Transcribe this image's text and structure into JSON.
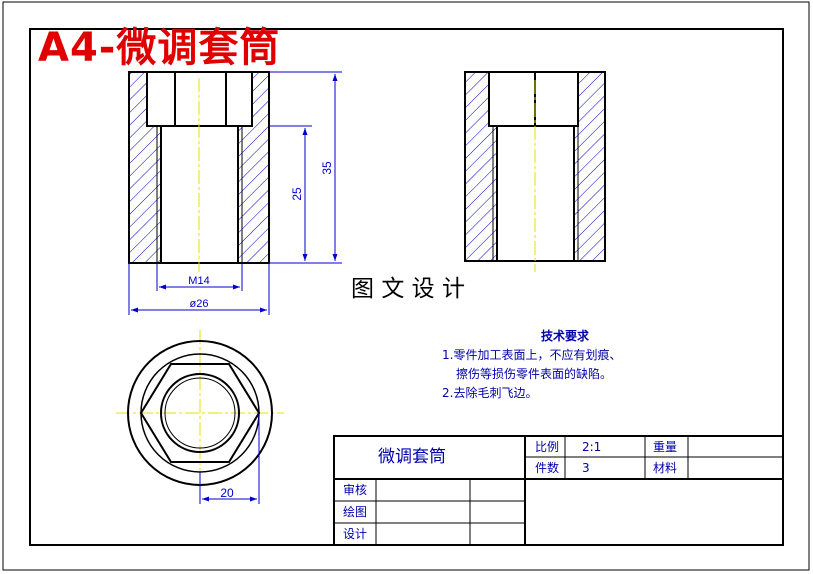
{
  "title": "A4-微调套筒",
  "brand": "图 文 设 计",
  "dimensions": {
    "height_total": "35",
    "height_bore": "25",
    "thread": "M14",
    "outer_dia": "ø26",
    "hex_width": "20"
  },
  "tech_requirements": {
    "heading": "技术要求",
    "item1_line1": "1.零件加工表面上，不应有划痕、",
    "item1_line2": "擦伤等损伤零件表面的缺陷。",
    "item2": "2.去除毛刺飞边。"
  },
  "title_block": {
    "part_name": "微调套筒",
    "scale_label": "比例",
    "scale_value": "2:1",
    "weight_label": "重量",
    "qty_label": "件数",
    "qty_value": "3",
    "material_label": "材料",
    "review_label": "审核",
    "draw_label": "绘图",
    "design_label": "设计"
  },
  "colors": {
    "outline": "#000000",
    "hatch": "#0000cc",
    "centerline": "#e8e000",
    "dimension": "#0000cc",
    "title": "#e00000"
  }
}
